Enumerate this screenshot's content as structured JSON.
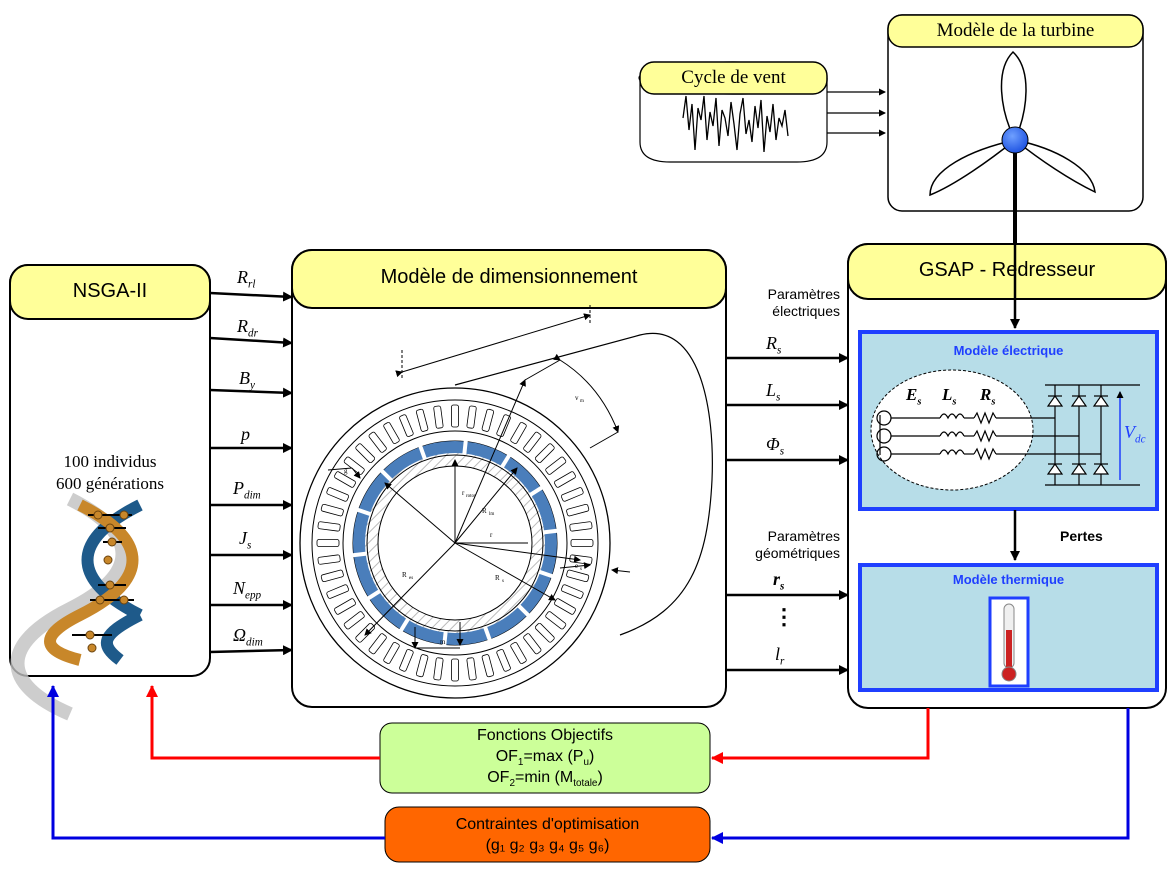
{
  "turbine": {
    "title": "Modèle de la turbine"
  },
  "wind": {
    "title": "Cycle de vent"
  },
  "nsga": {
    "title": "NSGA-II",
    "individus": "100 individus",
    "generations": "600 générations"
  },
  "dim": {
    "title": "Modèle de dimensionnement",
    "drawing_labels": [
      "g",
      "r_rotor",
      "R_lm",
      "r",
      "R_e",
      "R_s",
      "e_s",
      "m",
      "v_m"
    ]
  },
  "inputs": [
    {
      "sym": "R",
      "sub": "rl"
    },
    {
      "sym": "R",
      "sub": "dr"
    },
    {
      "sym": "B",
      "sub": "y"
    },
    {
      "sym": "p",
      "sub": ""
    },
    {
      "sym": "P",
      "sub": "dim"
    },
    {
      "sym": "J",
      "sub": "s"
    },
    {
      "sym": "N",
      "sub": "epp"
    },
    {
      "sym": "Ω",
      "sub": "dim"
    }
  ],
  "params_elec": {
    "line1": "Paramètres",
    "line2": "électriques"
  },
  "params_geo": {
    "line1": "Paramètres",
    "line2": "géométriques"
  },
  "outputs_elec": [
    {
      "sym": "R",
      "sub": "s"
    },
    {
      "sym": "L",
      "sub": "s"
    },
    {
      "sym": "Φ",
      "sub": "s"
    }
  ],
  "outputs_geo": [
    {
      "sym": "r",
      "sub": "s"
    },
    {
      "sym": "⋮",
      "sub": ""
    },
    {
      "sym": "l",
      "sub": "r"
    }
  ],
  "gsap": {
    "title": "GSAP - Redresseur"
  },
  "elec_model": {
    "title": "Modèle électrique",
    "Es": "E",
    "Es_sub": "s",
    "Ls": "L",
    "Ls_sub": "s",
    "Rs": "R",
    "Rs_sub": "s",
    "Vdc": "V",
    "Vdc_sub": "dc"
  },
  "pertes": "Pertes",
  "thermal": {
    "title": "Modèle thermique"
  },
  "objectives": {
    "title": "Fonctions Objectifs",
    "of1_a": "OF",
    "of1_sub": "1",
    "of1_b": "=max (P",
    "of1_sub2": "u",
    "of1_c": ")",
    "of2_a": "OF",
    "of2_sub": "2",
    "of2_b": "=min (M",
    "of2_sub2": "totale",
    "of2_c": ")"
  },
  "constraints": {
    "title": "Contraintes d'optimisation",
    "line2": "(g₁ g₂ g₃ g₄ g₅ g₆)"
  },
  "colors": {
    "yellow": "#ffff99",
    "blue_border": "#1f3fff",
    "light_blue": "#b7dde8",
    "green": "#ccff99",
    "orange": "#ff6600",
    "red": "#ff0000",
    "arrow_blue": "#0000e0",
    "magnet": "#4a7ebb"
  }
}
